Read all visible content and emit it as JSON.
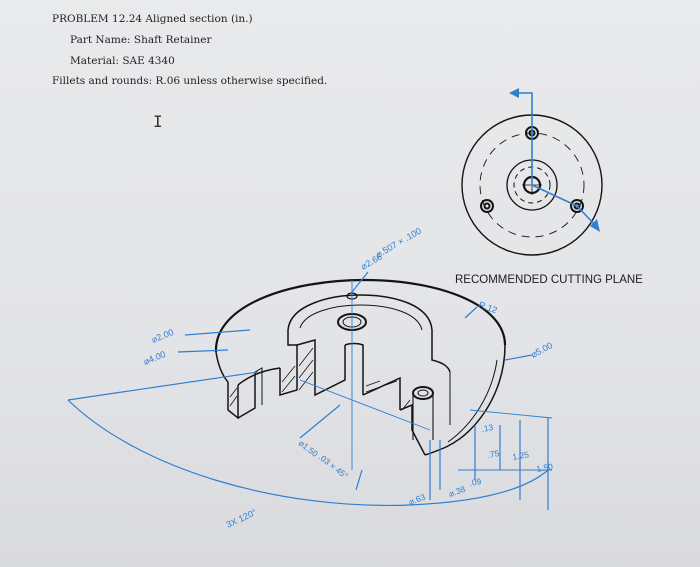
{
  "header": {
    "problem": "PROBLEM 12.24  Aligned section (in.)",
    "part_name": "Part Name: Shaft Retainer",
    "material": "Material: SAE 4340",
    "fillets": "Fillets and rounds: R.06 unless otherwise specified."
  },
  "cursor_glyph": "I",
  "diagram": {
    "cutting_plane_label": "RECOMMENDED  CUTTING  PLANE",
    "dims": {
      "d266": "⌀2.66",
      "d507": "⌀.507 × .100",
      "r12": "R.12",
      "d200": "⌀2.00",
      "d400": "⌀4.00",
      "d500": "⌀5.00",
      "d150": "⌀1.50",
      "chamfer": ".03 × 45°",
      "n13": ".13",
      "n75": ".75",
      "n125": "1.25",
      "n150": "1.50",
      "n09": ".09",
      "n38": "⌀.38",
      "n63": "⌀.63",
      "holes": "3X  120°"
    },
    "colors": {
      "ink": "#141414",
      "dimension_blue": "#2f7fd0",
      "paper": "#e6e7ea"
    }
  }
}
